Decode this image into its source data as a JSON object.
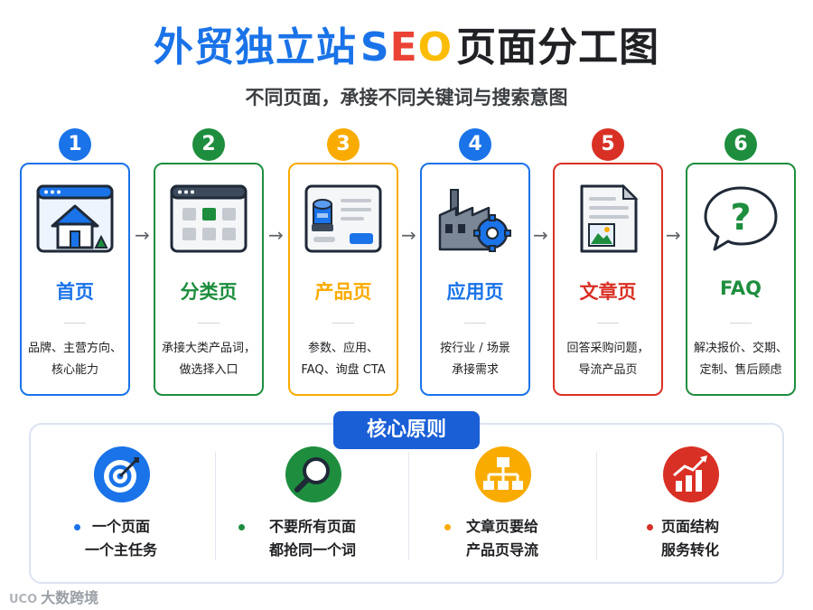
{
  "header": {
    "title_cn": "外贸独立站",
    "title_seo": [
      "S",
      "E",
      "O"
    ],
    "title_end": "页面分工图",
    "subtitle": "不同页面，承接不同关键词与搜索意图"
  },
  "colors": {
    "blue": "#1a73e8",
    "green": "#1e8e3e",
    "yellow": "#f9ab00",
    "red": "#d93025",
    "badge": "#1a5fd6"
  },
  "steps": [
    {
      "num": "1",
      "name": "首页",
      "desc": "品牌、主营方向、\n核心能力",
      "color": "#1a73e8",
      "icon": "house-window-icon"
    },
    {
      "num": "2",
      "name": "分类页",
      "desc": "承接大类产品词，\n做选择入口",
      "color": "#1e8e3e",
      "icon": "category-grid-icon"
    },
    {
      "num": "3",
      "name": "产品页",
      "desc": "参数、应用、\nFAQ、询盘 CTA",
      "color": "#f9ab00",
      "icon": "product-card-icon"
    },
    {
      "num": "4",
      "name": "应用页",
      "desc": "按行业 / 场景\n承接需求",
      "color": "#1a73e8",
      "icon": "factory-gear-icon"
    },
    {
      "num": "5",
      "name": "文章页",
      "desc": "回答采购问题，\n导流产品页",
      "color": "#d93025",
      "icon": "document-icon"
    },
    {
      "num": "6",
      "name": "FAQ",
      "desc": "解决报价、交期、\n定制、售后顾虑",
      "color": "#1e8e3e",
      "icon": "question-bubble-icon"
    }
  ],
  "arrow_glyph": "→",
  "principles": {
    "badge": "核心原则",
    "items": [
      {
        "text": "一个页面\n一个主任务",
        "color": "#1a73e8",
        "icon": "target-icon"
      },
      {
        "text": "不要所有页面\n都抢同一个词",
        "color": "#1e8e3e",
        "icon": "magnifier-icon"
      },
      {
        "text": "文章页要给\n产品页导流",
        "color": "#f9ab00",
        "icon": "sitemap-icon"
      },
      {
        "text": "页面结构\n服务转化",
        "color": "#d93025",
        "icon": "growth-chart-icon"
      }
    ]
  },
  "watermark": {
    "logo": "UCO",
    "text": "大数跨境"
  }
}
